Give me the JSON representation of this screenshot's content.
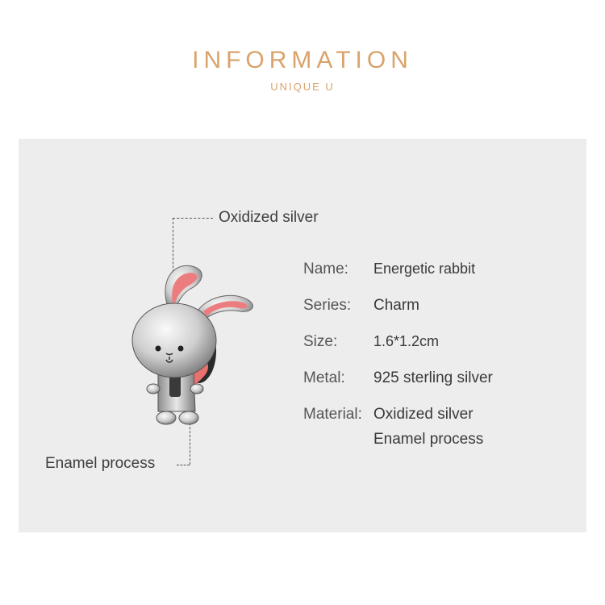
{
  "header": {
    "title": "INFORMATION",
    "subtitle": "UNIQUE U"
  },
  "callouts": {
    "top": "Oxidized silver",
    "bottom": "Enamel process"
  },
  "product": {
    "image_description_icon": "rabbit-charm",
    "colors": {
      "silver": "#c9c9c9",
      "pink": "#ec7d7f",
      "dark": "#2a2a2a"
    }
  },
  "specs": [
    {
      "label": "Name:",
      "value": "Energetic rabbit"
    },
    {
      "label": "Series:",
      "value": "Charm"
    },
    {
      "label": "Size:",
      "value": "1.6*1.2cm"
    },
    {
      "label": "Metal:",
      "value": "925 sterling silver"
    },
    {
      "label": "Material:",
      "value": "Oxidized silver"
    },
    {
      "label": "",
      "value": "Enamel process"
    }
  ],
  "colors": {
    "accent": "#d9a36b",
    "panel": "#ededed",
    "text": "#3f3f3f"
  }
}
